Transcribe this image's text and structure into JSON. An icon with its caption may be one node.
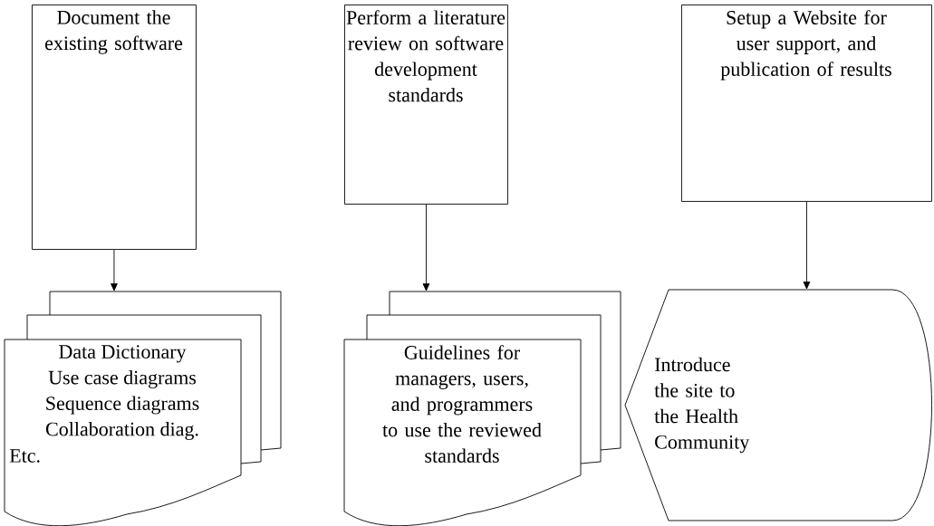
{
  "diagram": {
    "nodes": [
      {
        "text": [
          "Document the existing software"
        ]
      },
      {
        "text": [
          "Perform a literature review on software development standards"
        ]
      },
      {
        "text": [
          "Setup a Website for user support, and publication of results"
        ]
      },
      {
        "text": [
          "Data Dictionary",
          "Use case diagrams",
          "Sequence diagrams",
          "Collaboration diag.",
          "Etc."
        ]
      },
      {
        "text": [
          "Guidelines for managers, users, and programmers to use the reviewed standards"
        ]
      },
      {
        "text": [
          "Introduce the site to the Health Community"
        ]
      }
    ],
    "edges": [
      {
        "from": 0,
        "to": 3,
        "arrow": "to"
      },
      {
        "from": 1,
        "to": 4,
        "arrow": "to"
      },
      {
        "from": 2,
        "to": 5,
        "arrow": "to"
      }
    ]
  }
}
